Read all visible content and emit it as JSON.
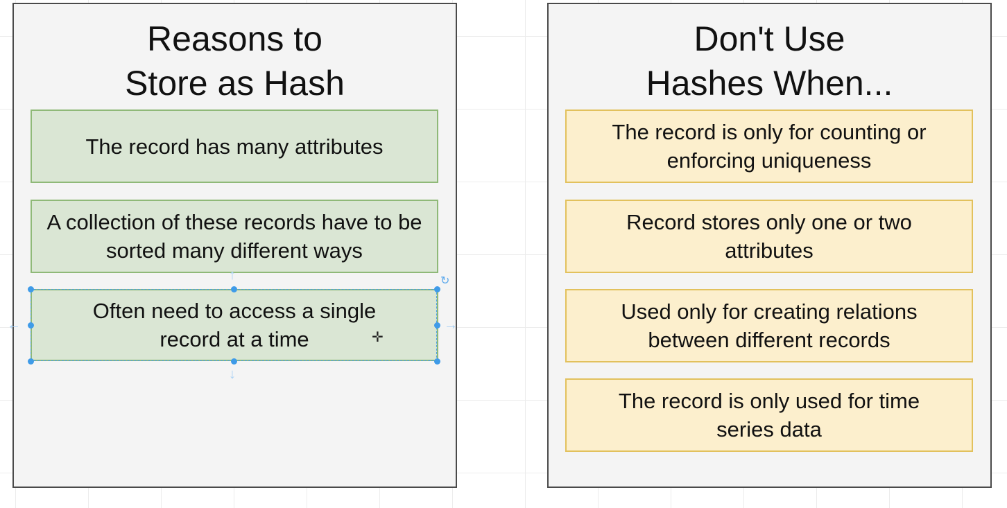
{
  "left_panel": {
    "title": "Reasons to\nStore as Hash",
    "items": [
      "The record has many attributes",
      "A collection of these records have to be sorted many different ways",
      "Often need to access a single record at a time"
    ]
  },
  "right_panel": {
    "title": "Don't Use\nHashes When...",
    "items": [
      "The record is only for counting or enforcing uniqueness",
      "Record stores only one or two attributes",
      "Used only for creating relations between different records",
      "The record is only used for time series data"
    ]
  },
  "icons": {
    "rotate": "rotate-icon",
    "cursor": "move-cursor-icon",
    "arrow_up": "connect-arrow-up-icon",
    "arrow_down": "connect-arrow-down-icon",
    "arrow_left": "connect-arrow-left-icon",
    "arrow_right": "connect-arrow-right-icon"
  },
  "colors": {
    "green_fill": "#dae6d4",
    "green_border": "#8fb978",
    "yellow_fill": "#fcefcd",
    "yellow_border": "#e2c15d",
    "selection": "#3f9be8"
  }
}
